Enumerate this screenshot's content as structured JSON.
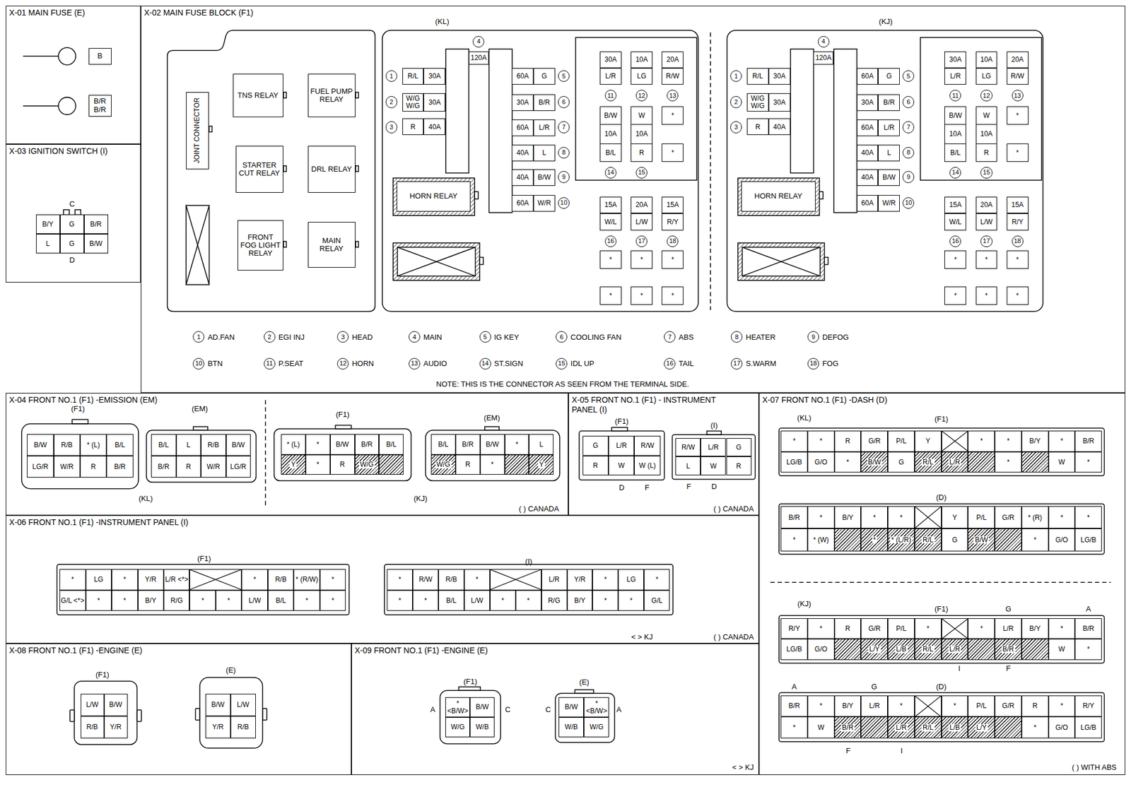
{
  "diagram": {
    "nodes": [
      {
        "text": [
          "X-01 MAIN FUSE (E)"
        ]
      },
      {
        "text": [
          "B"
        ],
        "in": 0
      },
      {
        "text": [
          "B/R B/R"
        ],
        "in": 0
      },
      {
        "text": [
          "X-03 IGNITION SWITCH (I)"
        ]
      },
      {
        "text": [
          "B/Y",
          "G",
          "B/R",
          "L",
          "G",
          "B/W"
        ],
        "in": 3
      },
      {
        "text": [
          "X-02 MAIN FUSE BLOCK (F1)"
        ]
      },
      {
        "text": [
          "JOINT CONNECTOR"
        ],
        "in": 5
      },
      {
        "text": [
          "TNS RELAY"
        ],
        "in": 5
      },
      {
        "text": [
          "FUEL PUMP RELAY"
        ],
        "in": 5
      },
      {
        "text": [
          "STARTER CUT RELAY"
        ],
        "in": 5
      },
      {
        "text": [
          "DRL RELAY"
        ],
        "in": 5
      },
      {
        "text": [
          "FRONT FOG LIGHT RELAY"
        ],
        "in": 5
      },
      {
        "text": [
          "MAIN RELAY"
        ],
        "in": 5
      },
      {
        "text": [
          "1"
        ],
        "in": 5
      },
      {
        "text": [
          "R/L",
          "30A"
        ],
        "in": 5
      },
      {
        "text": [
          "2"
        ],
        "in": 5
      },
      {
        "text": [
          "W/G W/G",
          "30A"
        ],
        "in": 5
      },
      {
        "text": [
          "3"
        ],
        "in": 5
      },
      {
        "text": [
          "R",
          "40A"
        ],
        "in": 5
      },
      {
        "text": [
          "4"
        ],
        "in": 5
      },
      {
        "text": [
          "120A"
        ],
        "in": 5
      },
      {
        "text": [
          "60A",
          "G"
        ],
        "in": 5
      },
      {
        "text": [
          "5"
        ],
        "in": 5
      },
      {
        "text": [
          "30A",
          "B/R"
        ],
        "in": 5
      },
      {
        "text": [
          "6"
        ],
        "in": 5
      },
      {
        "text": [
          "60A",
          "L/R"
        ],
        "in": 5
      },
      {
        "text": [
          "7"
        ],
        "in": 5
      },
      {
        "text": [
          "40A",
          "L"
        ],
        "in": 5
      },
      {
        "text": [
          "8"
        ],
        "in": 5
      },
      {
        "text": [
          "40A",
          "B/W"
        ],
        "in": 5
      },
      {
        "text": [
          "9"
        ],
        "in": 5
      },
      {
        "text": [
          "60A",
          "W/R"
        ],
        "in": 5
      },
      {
        "text": [
          "10"
        ],
        "in": 5
      },
      {
        "text": [
          "HORN RELAY"
        ],
        "in": 5
      },
      {
        "text": [
          "30A",
          "L/R"
        ],
        "in": 5
      },
      {
        "text": [
          "10A",
          "LG"
        ],
        "in": 5
      },
      {
        "text": [
          "20A",
          "R/W"
        ],
        "in": 5
      },
      {
        "text": [
          "11"
        ],
        "in": 5
      },
      {
        "text": [
          "12"
        ],
        "in": 5
      },
      {
        "text": [
          "13"
        ],
        "in": 5
      },
      {
        "text": [
          "B/W",
          "10A",
          "B/L"
        ],
        "in": 5
      },
      {
        "text": [
          "W",
          "10A",
          "R"
        ],
        "in": 5
      },
      {
        "text": [
          "*",
          "*"
        ],
        "in": 5
      },
      {
        "text": [
          "14"
        ],
        "in": 5
      },
      {
        "text": [
          "15"
        ],
        "in": 5
      },
      {
        "text": [
          "15A",
          "W/L"
        ],
        "in": 5
      },
      {
        "text": [
          "20A",
          "L/W"
        ],
        "in": 5
      },
      {
        "text": [
          "15A",
          "R/Y"
        ],
        "in": 5
      },
      {
        "text": [
          "16"
        ],
        "in": 5
      },
      {
        "text": [
          "17"
        ],
        "in": 5
      },
      {
        "text": [
          "18"
        ],
        "in": 5
      },
      {
        "text": [
          "*",
          "*"
        ],
        "in": 5
      },
      {
        "text": [
          "*",
          "*"
        ],
        "in": 5
      },
      {
        "text": [
          "*",
          "*"
        ],
        "in": 5
      },
      {
        "text": [
          "1"
        ],
        "in": 5
      },
      {
        "text": [
          "R/L",
          "30A"
        ],
        "in": 5
      },
      {
        "text": [
          "2"
        ],
        "in": 5
      },
      {
        "text": [
          "W/G W/G",
          "30A"
        ],
        "in": 5
      },
      {
        "text": [
          "3"
        ],
        "in": 5
      },
      {
        "text": [
          "R",
          "40A"
        ],
        "in": 5
      },
      {
        "text": [
          "4"
        ],
        "in": 5
      },
      {
        "text": [
          "120A"
        ],
        "in": 5
      },
      {
        "text": [
          "60A",
          "G"
        ],
        "in": 5
      },
      {
        "text": [
          "5"
        ],
        "in": 5
      },
      {
        "text": [
          "30A",
          "B/R"
        ],
        "in": 5
      },
      {
        "text": [
          "6"
        ],
        "in": 5
      },
      {
        "text": [
          "60A",
          "L/R"
        ],
        "in": 5
      },
      {
        "text": [
          "7"
        ],
        "in": 5
      },
      {
        "text": [
          "40A",
          "L"
        ],
        "in": 5
      },
      {
        "text": [
          "8"
        ],
        "in": 5
      },
      {
        "text": [
          "40A",
          "B/W"
        ],
        "in": 5
      },
      {
        "text": [
          "9"
        ],
        "in": 5
      },
      {
        "text": [
          "60A",
          "W/R"
        ],
        "in": 5
      },
      {
        "text": [
          "10"
        ],
        "in": 5
      },
      {
        "text": [
          "HORN RELAY"
        ],
        "in": 5
      },
      {
        "text": [
          "30A",
          "L/R"
        ],
        "in": 5
      },
      {
        "text": [
          "10A",
          "LG"
        ],
        "in": 5
      },
      {
        "text": [
          "20A",
          "R/W"
        ],
        "in": 5
      },
      {
        "text": [
          "11"
        ],
        "in": 5
      },
      {
        "text": [
          "12"
        ],
        "in": 5
      },
      {
        "text": [
          "13"
        ],
        "in": 5
      },
      {
        "text": [
          "B/W",
          "10A",
          "B/L"
        ],
        "in": 5
      },
      {
        "text": [
          "W",
          "10A",
          "R"
        ],
        "in": 5
      },
      {
        "text": [
          "*",
          "*"
        ],
        "in": 5
      },
      {
        "text": [
          "14"
        ],
        "in": 5
      },
      {
        "text": [
          "15"
        ],
        "in": 5
      },
      {
        "text": [
          "15A",
          "W/L"
        ],
        "in": 5
      },
      {
        "text": [
          "20A",
          "L/W"
        ],
        "in": 5
      },
      {
        "text": [
          "15A",
          "R/Y"
        ],
        "in": 5
      },
      {
        "text": [
          "16"
        ],
        "in": 5
      },
      {
        "text": [
          "17"
        ],
        "in": 5
      },
      {
        "text": [
          "18"
        ],
        "in": 5
      },
      {
        "text": [
          "*",
          "*"
        ],
        "in": 5
      },
      {
        "text": [
          "*",
          "*"
        ],
        "in": 5
      },
      {
        "text": [
          "*",
          "*"
        ],
        "in": 5
      },
      {
        "text": [
          "1"
        ],
        "in": 5
      },
      {
        "text": [
          "2"
        ],
        "in": 5
      },
      {
        "text": [
          "3"
        ],
        "in": 5
      },
      {
        "text": [
          "4"
        ],
        "in": 5
      },
      {
        "text": [
          "5"
        ],
        "in": 5
      },
      {
        "text": [
          "6"
        ],
        "in": 5
      },
      {
        "text": [
          "7"
        ],
        "in": 5
      },
      {
        "text": [
          "8"
        ],
        "in": 5
      },
      {
        "text": [
          "9"
        ],
        "in": 5
      },
      {
        "text": [
          "10"
        ],
        "in": 5
      },
      {
        "text": [
          "11"
        ],
        "in": 5
      },
      {
        "text": [
          "12"
        ],
        "in": 5
      },
      {
        "text": [
          "13"
        ],
        "in": 5
      },
      {
        "text": [
          "14"
        ],
        "in": 5
      },
      {
        "text": [
          "15"
        ],
        "in": 5
      },
      {
        "text": [
          "16"
        ],
        "in": 5
      },
      {
        "text": [
          "17"
        ],
        "in": 5
      },
      {
        "text": [
          "18"
        ],
        "in": 5
      },
      {
        "text": [
          "X-04 FRONT NO.1 (F1) -EMISSION (EM)"
        ]
      },
      {
        "text": [
          "B/W",
          "R/B",
          "* (L)",
          "B/L",
          "LG/R",
          "W/R",
          "R",
          "B/R"
        ],
        "in": 113
      },
      {
        "text": [
          "B/L",
          "L",
          "R/B",
          "B/W",
          "B/R",
          "R",
          "W/R",
          "LG/R"
        ],
        "in": 113
      },
      {
        "text": [
          "* (L)",
          "*",
          "B/W",
          "B/R",
          "B/L",
          "Y",
          "*",
          "R",
          "W/G"
        ],
        "in": 113
      },
      {
        "text": [
          "B/L",
          "B/R",
          "B/W",
          "*",
          "L",
          "W/G",
          "R",
          "*",
          "Y"
        ],
        "in": 113
      },
      {
        "text": [
          "X-05 FRONT NO.1 (F1) - INSTRUMENT PANEL (I)"
        ]
      },
      {
        "text": [
          "G",
          "L/R",
          "R/W",
          "R",
          "W",
          "W (L)"
        ],
        "in": 118
      },
      {
        "text": [
          "R/W",
          "L/R",
          "G",
          "L",
          "W",
          "R"
        ],
        "in": 118
      },
      {
        "text": [
          "X-06 FRONT NO.1 (F1) -INSTRUMENT PANEL (I)"
        ]
      },
      {
        "text": [
          "*",
          "LG",
          "*",
          "Y/R",
          "L/R <*>",
          "*",
          "R/B",
          "* (R/W)",
          "*",
          "G/L <*>",
          "*",
          "*",
          "B/Y",
          "R/G",
          "*",
          "*",
          "L/W",
          "B/L",
          "*",
          "*"
        ],
        "in": 121
      },
      {
        "text": [
          "*",
          "R/W",
          "R/B",
          "*",
          "L/R",
          "Y/R",
          "*",
          "LG",
          "*",
          "*",
          "*",
          "B/L",
          "L/W",
          "*",
          "*",
          "R/G",
          "B/Y",
          "*",
          "*",
          "G/L"
        ],
        "in": 121
      },
      {
        "text": [
          "X-07 FRONT NO.1 (F1) -DASH (D)"
        ]
      },
      {
        "text": [
          "*",
          "*",
          "R",
          "G/R",
          "P/L",
          "Y",
          "*",
          "*",
          "B/Y",
          "*",
          "B/R",
          "LG/B",
          "G/O",
          "*",
          "B/W",
          "G",
          "R/L",
          "L/R",
          "*",
          "W",
          "*"
        ],
        "in": 124
      },
      {
        "text": [
          "B/R",
          "*",
          "B/Y",
          "*",
          "*",
          "Y",
          "P/L",
          "G/R",
          "* (R)",
          "*",
          "*",
          "*",
          "* (W)",
          "*",
          "* (L/R)",
          "R/L",
          "G",
          "B/W",
          "*",
          "G/O",
          "LG/B"
        ],
        "in": 124
      },
      {
        "text": [
          "R/Y",
          "*",
          "R",
          "G/R",
          "P/L",
          "*",
          "*",
          "L/R",
          "B/Y",
          "*",
          "B/R",
          "LG/B",
          "G/O",
          "L/Y",
          "L/B",
          "R/L",
          "L/R",
          "B/R",
          "W",
          "*"
        ],
        "in": 124
      },
      {
        "text": [
          "B/R",
          "*",
          "B/Y",
          "L/R",
          "*",
          "*",
          "P/L",
          "G/R",
          "R",
          "*",
          "R/Y",
          "*",
          "W",
          "B/R",
          "L/R",
          "R/L",
          "L/B",
          "L/Y",
          "*",
          "G/O",
          "LG/B"
        ],
        "in": 124
      },
      {
        "text": [
          "X-08 FRONT NO.1 (F1) -ENGINE (E)"
        ]
      },
      {
        "text": [
          "L/W",
          "B/W",
          "R/B",
          "Y/R"
        ],
        "in": 129
      },
      {
        "text": [
          "B/W",
          "L/W",
          "Y/R",
          "R/B"
        ],
        "in": 129
      },
      {
        "text": [
          "X-09 FRONT NO.1 (F1) -ENGINE (E)"
        ]
      },
      {
        "text": [
          "* <B/W>",
          "B/W",
          "W/G",
          "W/B"
        ],
        "in": 132
      },
      {
        "text": [
          "B/W",
          "* <B/W>",
          "W/B",
          "W/G"
        ],
        "in": 132
      }
    ],
    "labels": [
      "C",
      "D",
      "(KL)",
      "(KJ)",
      "AD.FAN",
      "EGI INJ",
      "HEAD",
      "MAIN",
      "IG KEY",
      "COOLING FAN",
      "ABS",
      "HEATER",
      "DEFOG",
      "BTN",
      "P.SEAT",
      "HORN",
      "AUDIO",
      "ST.SIGN",
      "IDL UP",
      "TAIL",
      "S.WARM",
      "FOG",
      "NOTE: THIS IS THE CONNECTOR AS SEEN FROM THE TERMINAL SIDE.",
      "(F1)",
      "(EM)",
      "(KL)",
      "(F1)",
      "(EM)",
      "(KJ)",
      "( ) CANADA",
      "(F1)",
      "D",
      "F",
      "(I)",
      "F",
      "D",
      "( ) CANADA",
      "(F1)",
      "(I)",
      "< > KJ",
      "( ) CANADA",
      "(KL)",
      "(F1)",
      "(D)",
      "(KJ)",
      "(F1)",
      "G",
      "A",
      "I",
      "F",
      "A",
      "G",
      "(D)",
      "F",
      "I",
      "( ) WITH ABS",
      "(F1)",
      "(E)",
      "(F1)",
      "A",
      "C",
      "(E)",
      "C",
      "A",
      "< > KJ"
    ]
  }
}
